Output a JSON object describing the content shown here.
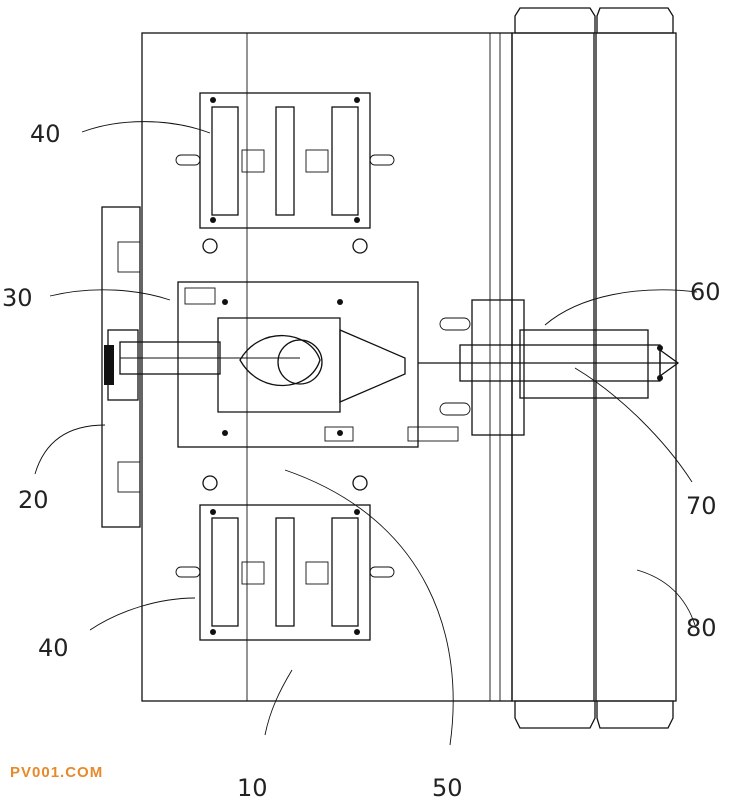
{
  "labels": {
    "l10": "10",
    "l20": "20",
    "l30": "30",
    "l40_top": "40",
    "l40_bottom": "40",
    "l50": "50",
    "l60": "60",
    "l70": "70",
    "l80": "80"
  },
  "watermark": {
    "text": "PV001.COM",
    "color": "#e8892a"
  }
}
